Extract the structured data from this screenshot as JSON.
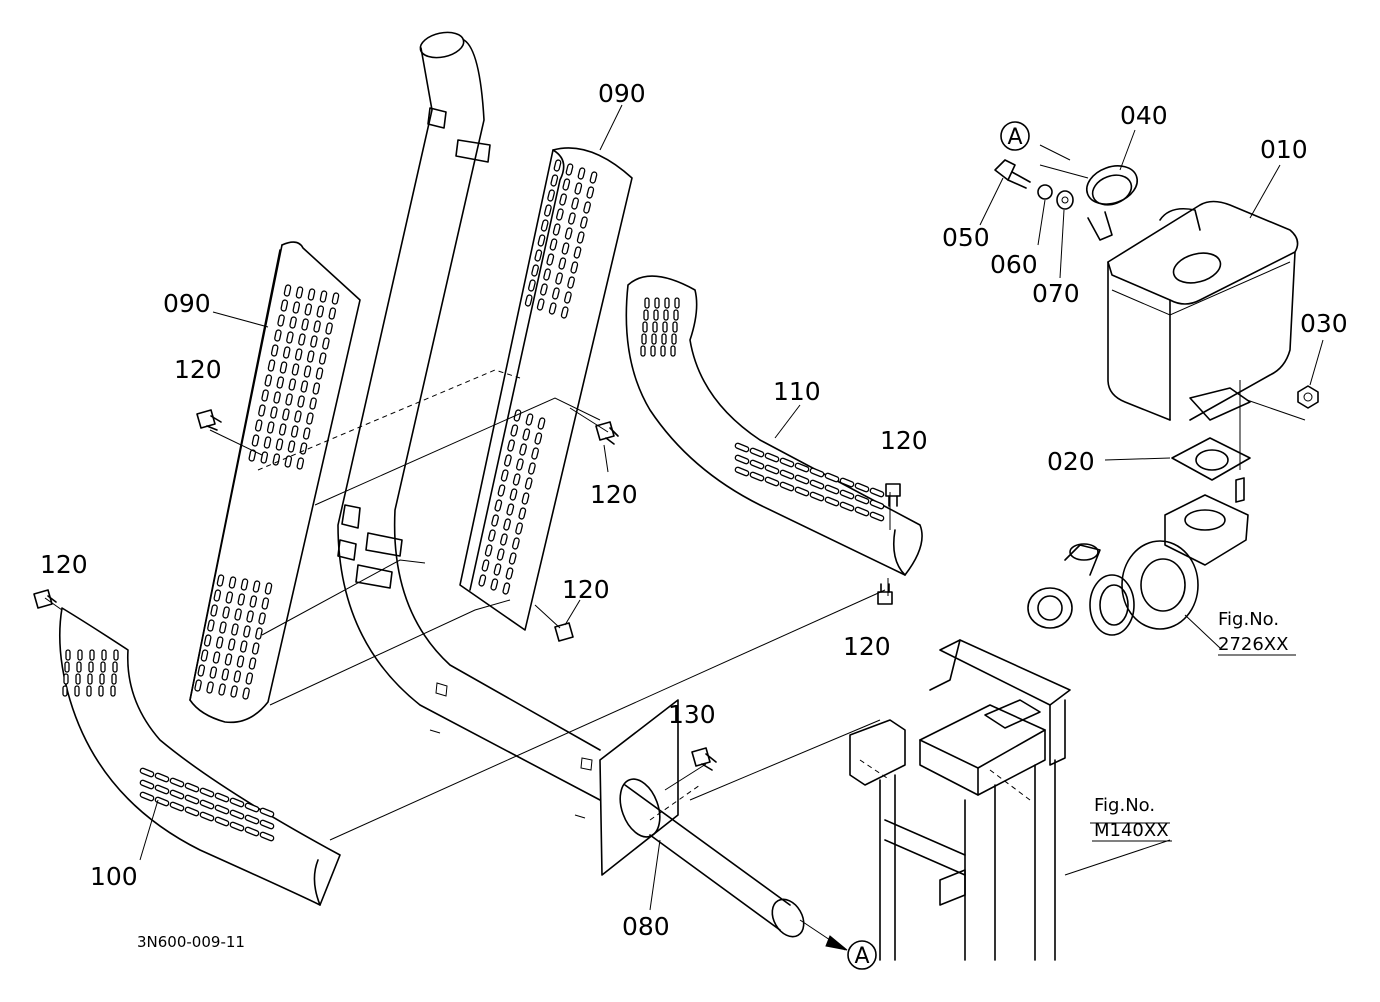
{
  "callouts": {
    "p010": "010",
    "p020": "020",
    "p030": "030",
    "p040": "040",
    "p050": "050",
    "p060": "060",
    "p070": "070",
    "p080": "080",
    "p090_left": "090",
    "p090_top": "090",
    "p100": "100",
    "p110": "110",
    "p120_a": "120",
    "p120_b": "120",
    "p120_c": "120",
    "p120_d": "120",
    "p120_e": "120",
    "p120_f": "120",
    "p130": "130"
  },
  "references": {
    "turbo_fig_label": "Fig.No.",
    "turbo_fig_number": "2726XX",
    "frame_fig_label": "Fig.No.",
    "frame_fig_number": "M140XX",
    "marker_top": "A",
    "marker_bottom": "A"
  },
  "diagram_code": "3N600-009-11"
}
